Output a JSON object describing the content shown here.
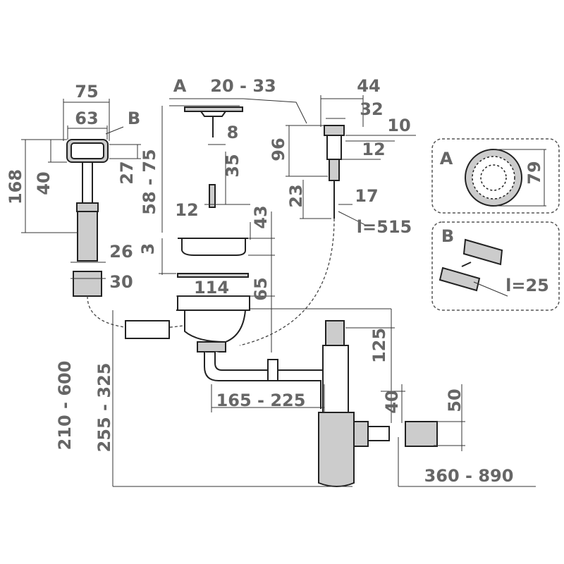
{
  "overflow": {
    "width_total": "75",
    "width_inner": "63",
    "label": "B",
    "height_total": "168",
    "height_head": "40",
    "head_h": "27",
    "range": "58 - 75",
    "hose_d": "26",
    "nut_d": "30",
    "hose_len": "210 - 600"
  },
  "plug": {
    "label": "A",
    "range": "20 - 33",
    "stem": "8",
    "screw_len": "35",
    "screw_d": "12",
    "basket_h": "43",
    "gasket": "3",
    "body_d": "114",
    "body_h": "65"
  },
  "button": {
    "w44": "44",
    "w32": "32",
    "h10": "10",
    "h96": "96",
    "d12": "12",
    "h23": "23",
    "d17": "17",
    "cable": "l=515"
  },
  "siphon": {
    "h125": "125",
    "offset": "165 - 225",
    "h40": "40",
    "h50": "50",
    "total_h": "255 - 325",
    "outlet": "360 - 890"
  },
  "detail_a": {
    "label": "A",
    "diameter": "79"
  },
  "detail_b": {
    "label": "B",
    "length": "l=25"
  }
}
